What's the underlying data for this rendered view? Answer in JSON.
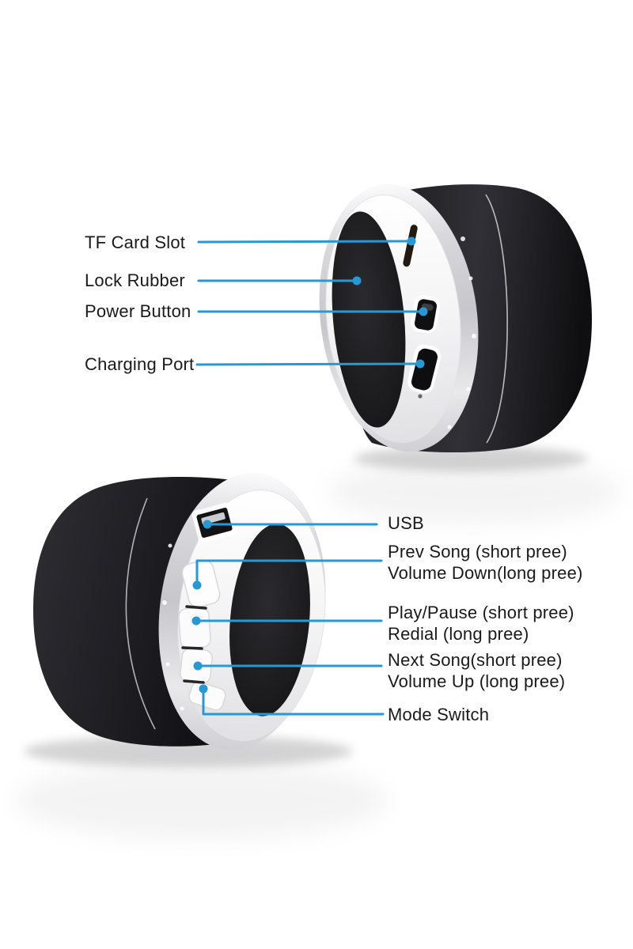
{
  "colors": {
    "accent": "#2898d4",
    "text": "#1a1a1a",
    "background": "#ffffff",
    "speaker_body": "#1d1d21",
    "face_ring": "#f5f5f6"
  },
  "top_view": {
    "callouts": [
      {
        "label": "TF Card Slot"
      },
      {
        "label": "Lock Rubber"
      },
      {
        "label": "Power Button"
      },
      {
        "label": "Charging Port"
      }
    ]
  },
  "bottom_view": {
    "callouts": [
      {
        "label": "USB"
      },
      {
        "label_line1": "Prev Song (short pree)",
        "label_line2": "Volume Down(long pree)"
      },
      {
        "label_line1": "Play/Pause (short pree)",
        "label_line2": "Redial (long pree)"
      },
      {
        "label_line1": "Next Song(short pree)",
        "label_line2": "Volume Up (long pree)"
      },
      {
        "label": "Mode Switch"
      }
    ]
  }
}
